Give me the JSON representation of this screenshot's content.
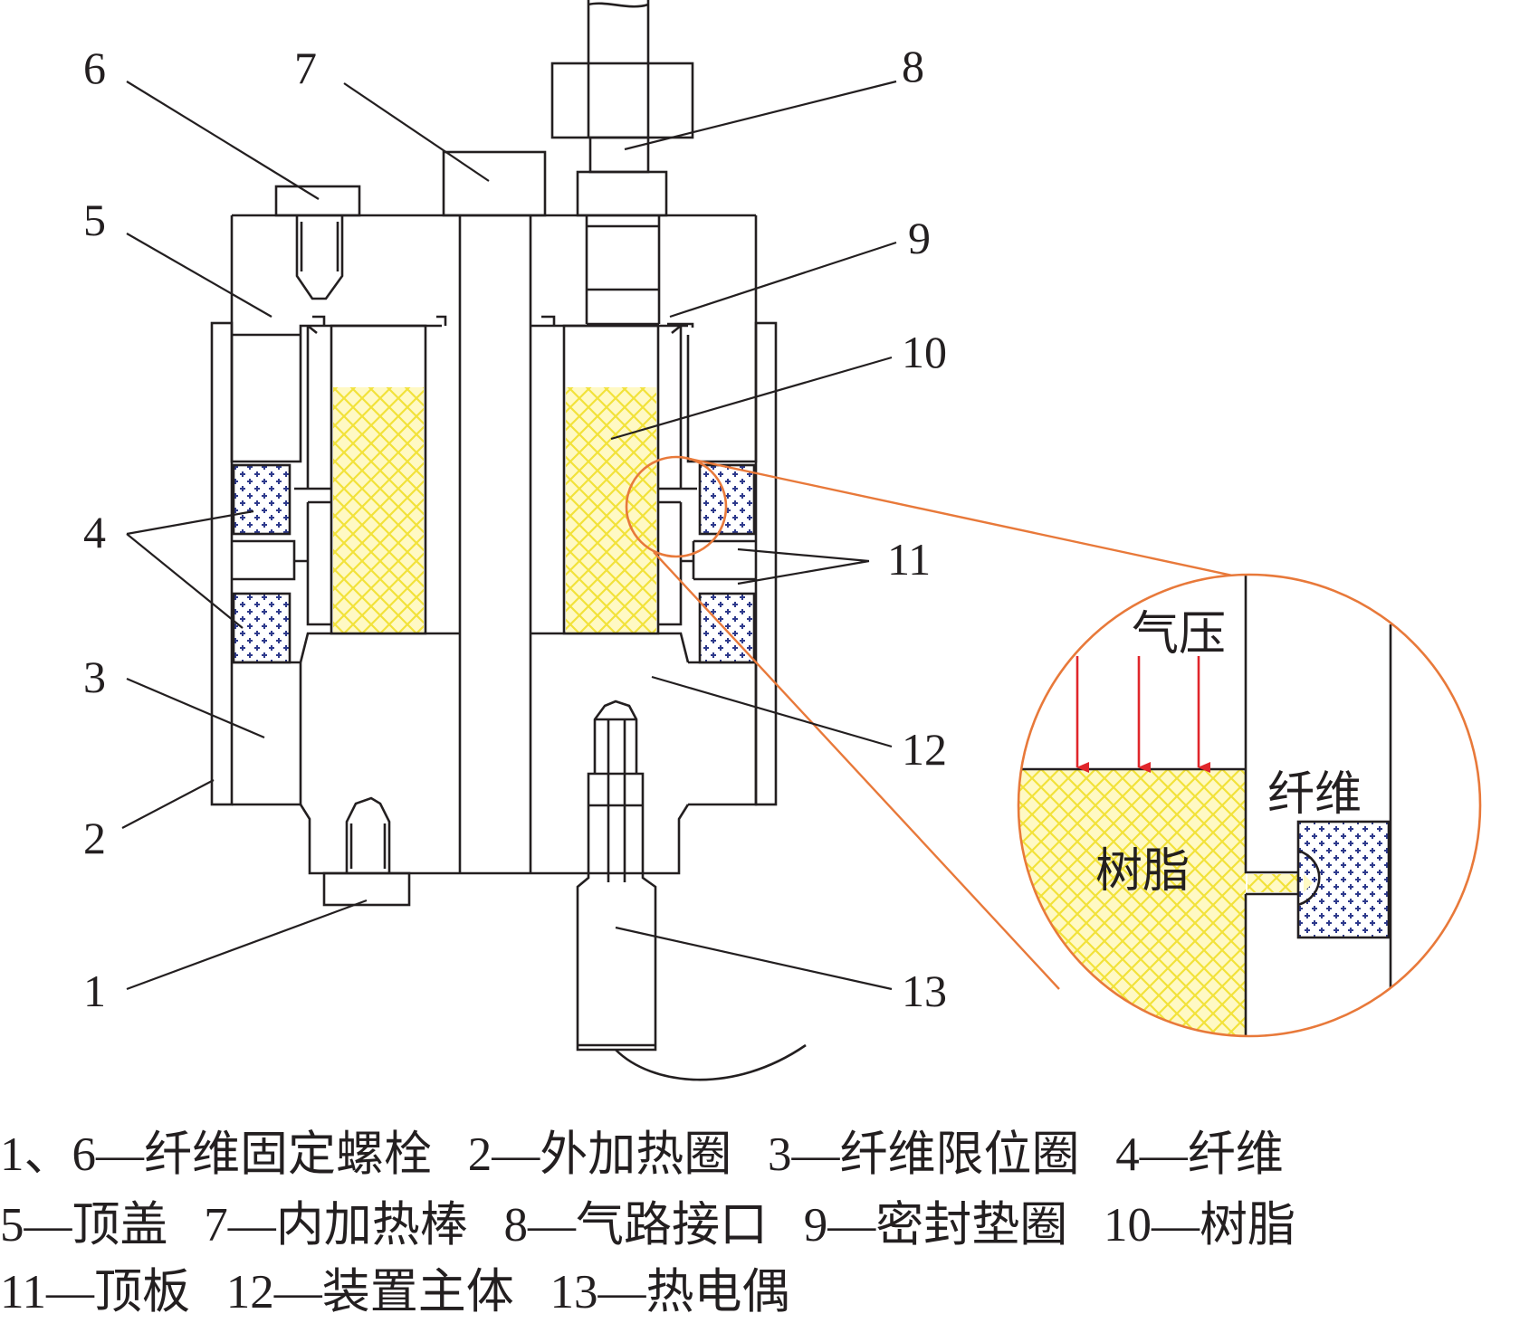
{
  "callouts": {
    "n1": "1",
    "n2": "2",
    "n3": "3",
    "n4": "4",
    "n5": "5",
    "n6": "6",
    "n7": "7",
    "n8": "8",
    "n9": "9",
    "n10": "10",
    "n11": "11",
    "n12": "12",
    "n13": "13"
  },
  "zoom_labels": {
    "air_pressure": "气压",
    "fiber": "纤维",
    "resin": "树脂"
  },
  "caption": {
    "line1": "1、6—纤维固定螺栓   2—外加热圈   3—纤维限位圈   4—纤维",
    "line2": "5—顶盖   7—内加热棒   8—气路接口   9—密封垫圈   10—树脂",
    "line3": "11—顶板   12—装置主体   13—热电偶"
  },
  "colors": {
    "line": "#231f20",
    "resin_fill": "#fff9c4",
    "resin_hatch": "#f2e23a",
    "fiber_fill": "#ffffff",
    "fiber_dot": "#2e3a8c",
    "zoom_circle": "#e8793a",
    "pressure_arrow": "#e0262b"
  }
}
